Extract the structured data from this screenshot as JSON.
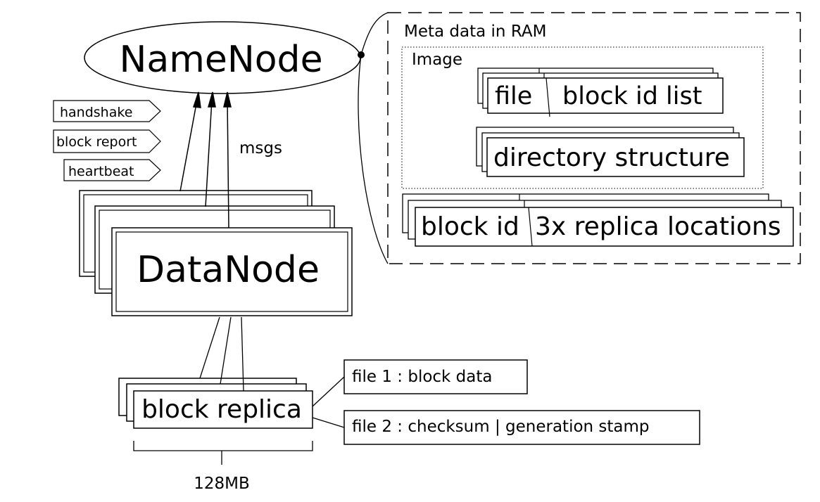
{
  "colors": {
    "stroke": "#000000",
    "background": "#ffffff"
  },
  "namenode": {
    "label": "NameNode"
  },
  "messages": {
    "label": "msgs",
    "tags": [
      "handshake",
      "block report",
      "heartbeat"
    ]
  },
  "datanode": {
    "label": "DataNode"
  },
  "replica": {
    "label": "block replica",
    "size": "128MB"
  },
  "files": {
    "file1": "file 1 : block data",
    "file2": "file 2 : checksum | generation stamp"
  },
  "metadata": {
    "title": "Meta data in RAM",
    "image_label": "Image",
    "file_cell": "file",
    "block_id_list_cell": "block id list",
    "directory_cell": "directory structure",
    "block_id_cell": "block id",
    "replica_locations_cell": "3x replica locations"
  }
}
